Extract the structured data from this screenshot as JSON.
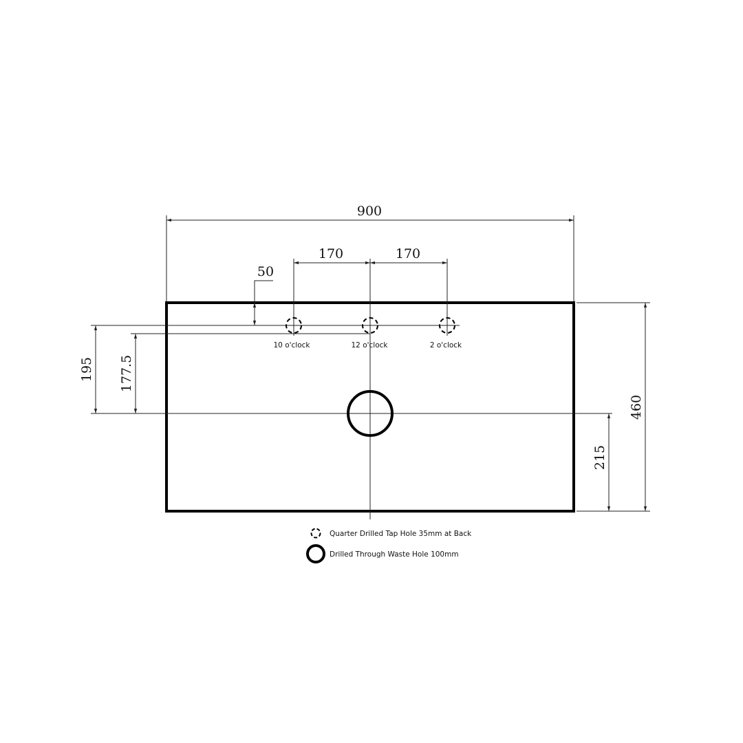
{
  "dimensions": {
    "overall_width": "900",
    "tap_spacing_left": "170",
    "tap_spacing_right": "170",
    "tap_from_back": "50",
    "waste_from_tap_line": "195",
    "waste_from_tap_edge": "177.5",
    "overall_depth": "460",
    "waste_from_front": "215"
  },
  "tap_holes": [
    {
      "label": "10 o'clock"
    },
    {
      "label": "12 o'clock"
    },
    {
      "label": "2 o'clock"
    }
  ],
  "legend": {
    "tap_hole": "Quarter Drilled Tap Hole 35mm at Back",
    "waste_hole": "Drilled Through Waste Hole 100mm"
  },
  "colors": {
    "line": "#000000",
    "background": "#ffffff"
  }
}
